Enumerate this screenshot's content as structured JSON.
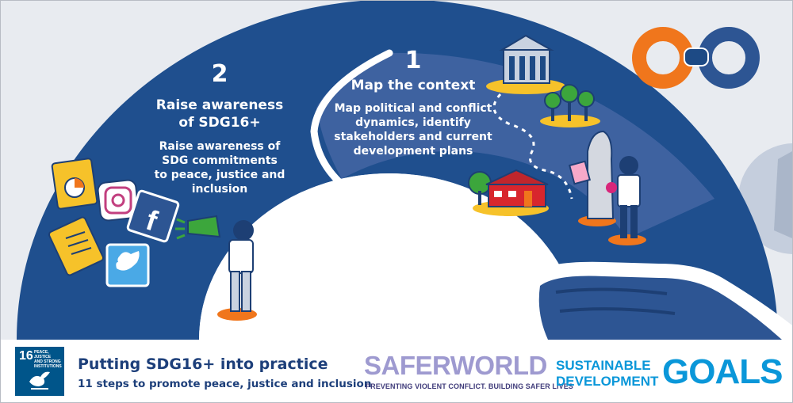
{
  "steps": [
    {
      "number": "1",
      "title": "Map the context",
      "description_lines": [
        "Map political and conflict",
        "dynamics, identify",
        "stakeholders and current",
        "development plans"
      ]
    },
    {
      "number": "2",
      "title_lines": [
        "Raise awareness",
        "of SDG16+"
      ],
      "description_lines": [
        "Raise awareness of",
        "SDG commitments",
        "to peace, justice and",
        "inclusion"
      ]
    }
  ],
  "footer": {
    "sdg_badge": {
      "number": "16",
      "label_lines": [
        "PEACE, JUSTICE",
        "AND STRONG",
        "INSTITUTIONS"
      ]
    },
    "title": "Putting SDG16+ into practice",
    "subtitle": "11 steps to promote peace, justice and inclusion",
    "saferworld_logo": "SAFERWORLD",
    "saferworld_tagline": "PREVENTING VIOLENT CONFLICT. BUILDING SAFER LIVES",
    "sdgs_logo_line1": "SUSTAINABLE",
    "sdgs_logo_line2": "DEVELOPMENT",
    "sdgs_logo_goals": "GOALS"
  },
  "colors": {
    "navy": "#1d4a85",
    "mid_blue": "#3c5f9c",
    "orange": "#f0761c",
    "yellow": "#f6c22a",
    "green": "#4caf50",
    "light_blue": "#c9d2e0"
  },
  "icons": [
    "slides-icon",
    "instagram-icon",
    "facebook-icon",
    "document-icon",
    "twitter-icon",
    "megaphone-icon",
    "government-building-icon",
    "trees-icon",
    "house-icon",
    "infinity-handshake-icon",
    "dove-icon"
  ]
}
